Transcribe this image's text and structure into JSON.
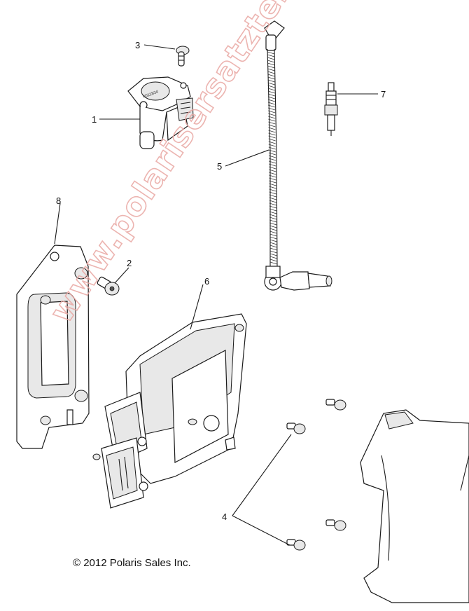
{
  "callouts": {
    "c1": "1",
    "c2": "2",
    "c3": "3",
    "c4": "4",
    "c5": "5",
    "c6": "6",
    "c7": "7",
    "c8": "8"
  },
  "coil_label": "4011834",
  "copyright": "© 2012 Polaris Sales Inc.",
  "watermark": "www.polarisersatzteile.de",
  "colors": {
    "watermark": "#e9a7a3",
    "line": "#1a1a1a"
  }
}
